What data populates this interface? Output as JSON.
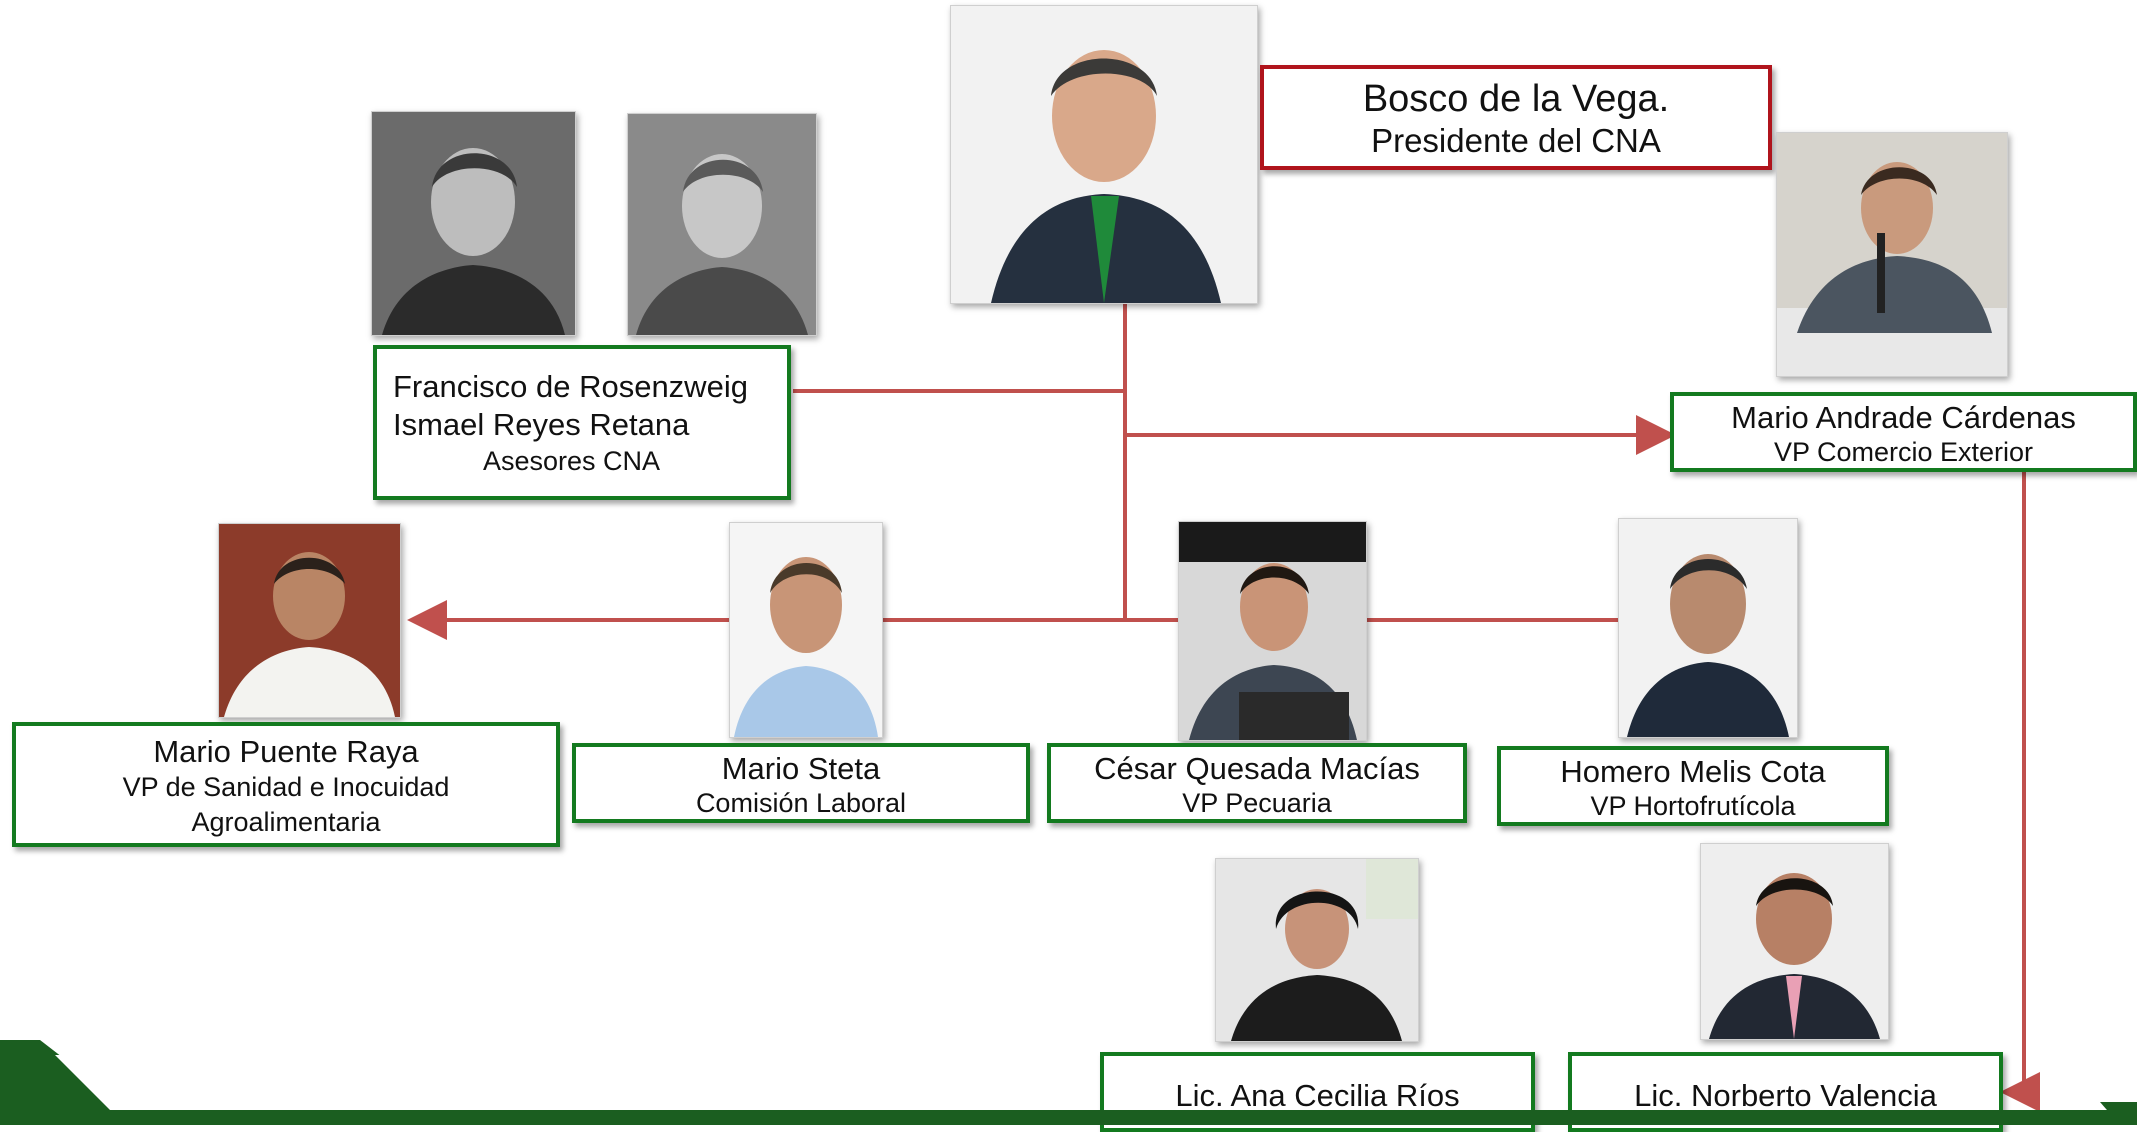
{
  "colors": {
    "box_border": "#137a1f",
    "top_border": "#b0141c",
    "connector": "#c0504d",
    "footer": "#1b5e20"
  },
  "president": {
    "name": "Bosco de la Vega.",
    "role": "Presidente del CNA"
  },
  "advisors": {
    "name1": "Francisco de Rosenzweig",
    "name2": "Ismael Reyes Retana",
    "role": "Asesores CNA"
  },
  "comercio": {
    "name": "Mario Andrade Cárdenas",
    "role": "VP Comercio Exterior"
  },
  "sanidad": {
    "name": "Mario Puente Raya",
    "role_line1": "VP de Sanidad e Inocuidad",
    "role_line2": "Agroalimentaria"
  },
  "laboral": {
    "name": "Mario Steta",
    "role": "Comisión Laboral"
  },
  "pecuaria": {
    "name": "César Quesada Macías",
    "role": "VP Pecuaria"
  },
  "hortofruticola": {
    "name": "Homero Melis Cota",
    "role": "VP Hortofrutícola"
  },
  "rios": {
    "name": "Lic. Ana Cecilia Ríos"
  },
  "valencia": {
    "name": "Lic. Norberto Valencia"
  }
}
